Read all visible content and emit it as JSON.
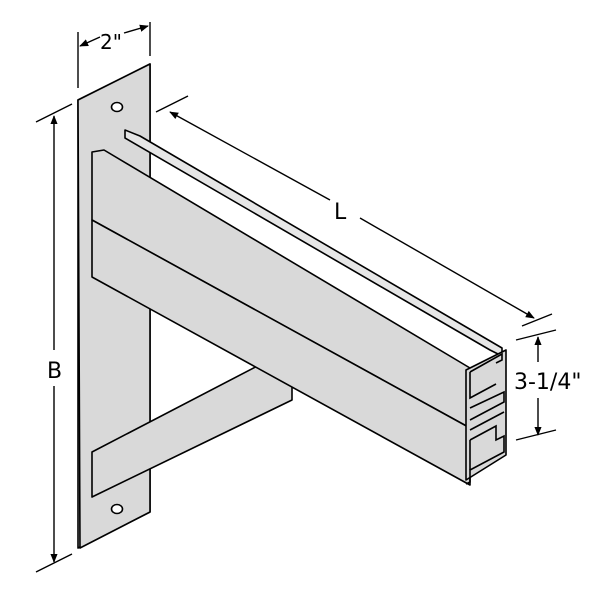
{
  "dimensions": {
    "width_label": "2\"",
    "length_label": "L",
    "height_label": "B",
    "channel_label": "3-1/4\""
  },
  "colors": {
    "metal": "#d9d9d9",
    "metal_light": "#e6e6e6",
    "outline": "#000000"
  }
}
